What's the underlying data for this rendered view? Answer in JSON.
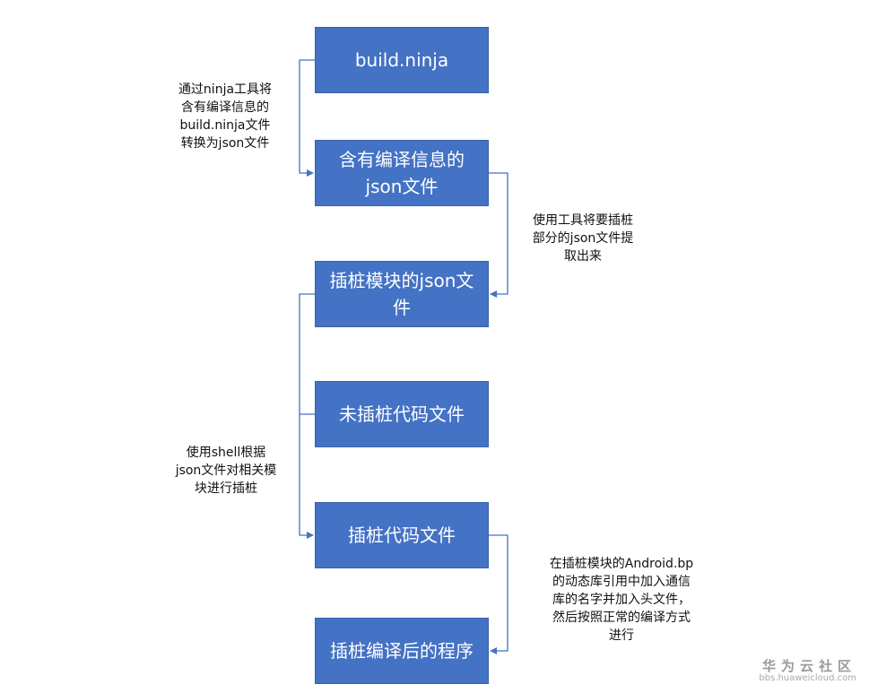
{
  "nodes": [
    {
      "lines": [
        "build.ninja"
      ]
    },
    {
      "lines": [
        "含有编译信息的",
        "json文件"
      ]
    },
    {
      "lines": [
        "插桩模块的json文",
        "件"
      ]
    },
    {
      "lines": [
        "未插桩代码文件"
      ]
    },
    {
      "lines": [
        "插桩代码文件"
      ]
    },
    {
      "lines": [
        "插桩编译后的程序"
      ]
    }
  ],
  "notes": {
    "note1": "通过ninja工具将\n含有编译信息的\nbuild.ninja文件\n转换为json文件",
    "note2": "使用工具将要插桩\n部分的json文件提\n取出来",
    "note3": "使用shell根据\njson文件对相关模\n块进行插桩",
    "note4": "在插桩模块的Android.bp\n的动态库引用中加入通信\n库的名字并加入头文件，\n然后按照正常的编译方式\n进行"
  },
  "colors": {
    "node_fill": "#4472c4",
    "connector": "#4472c4"
  },
  "watermark": {
    "brand": "华为云社区",
    "url": "bbs.huaweicloud.com"
  }
}
